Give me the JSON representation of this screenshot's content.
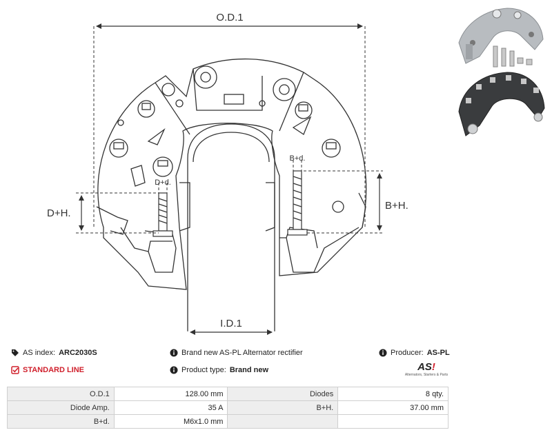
{
  "drawing": {
    "labels": {
      "od": "O.D.1",
      "id": "I.D.1",
      "dh": "D+H.",
      "bh": "B+H.",
      "dd": "D+d.",
      "bd": "B+d."
    }
  },
  "info": {
    "as_index_label": "AS index:",
    "as_index_value": "ARC2030S",
    "standard_line": "STANDARD LINE",
    "description": "Brand new AS-PL Alternator rectifier",
    "product_type_label": "Product type:",
    "product_type_value": "Brand new",
    "producer_label": "Producer:",
    "producer_value": "AS-PL"
  },
  "logo": {
    "text": "AS",
    "tagline": "Alternators, Starters & Parts"
  },
  "specs": [
    {
      "k1": "O.D.1",
      "v1": "128.00 mm",
      "k2": "Diodes",
      "v2": "8 qty."
    },
    {
      "k1": "Diode Amp.",
      "v1": "35 A",
      "k2": "B+H.",
      "v2": "37.00 mm"
    },
    {
      "k1": "B+d.",
      "v1": "M6x1.0 mm",
      "k2": "",
      "v2": ""
    }
  ],
  "colors": {
    "accent_red": "#d0202c",
    "table_key_bg": "#eeeeee",
    "line": "#333333"
  }
}
